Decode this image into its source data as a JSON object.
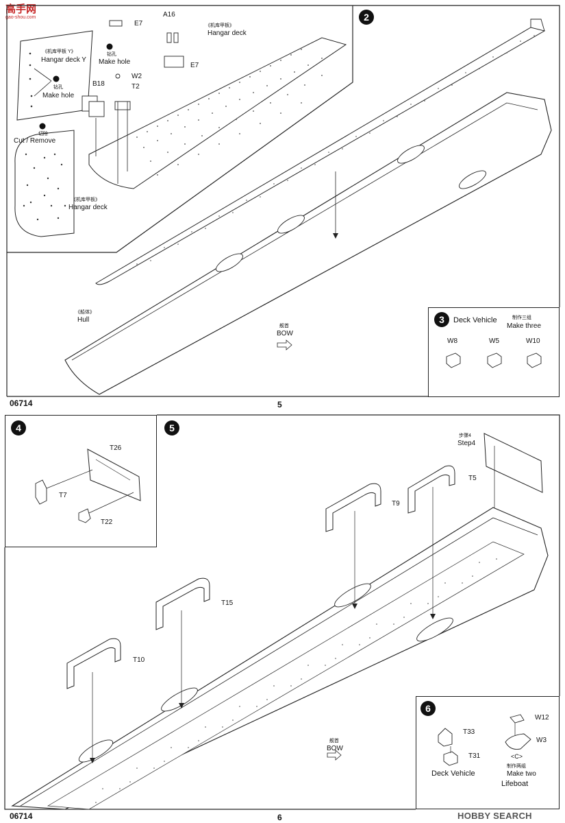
{
  "watermark_top": {
    "logo": "高手网",
    "url": "gao-shou.com"
  },
  "watermark_bottom": "HOBBY SEARCH",
  "page5": {
    "footer_code": "06714",
    "page_number": "5",
    "step2": {
      "number": "2",
      "hangar_deck_y_cn": "《机库甲板 Y》",
      "hangar_deck_y": "Hangar deck Y",
      "make_hole_cn": "钻孔",
      "make_hole": "Make hole",
      "cut_remove_cn": "切除",
      "cut_remove": "Cut / Remove",
      "hangar_deck_cn": "《机库甲板》",
      "hangar_deck": "Hangar deck",
      "hull_cn": "《船体》",
      "hull": "Hull",
      "bow_cn": "舰首",
      "bow": "BOW",
      "parts": {
        "e7": "E7",
        "a16": "A16",
        "w2": "W2",
        "t2": "T2",
        "b18": "B18"
      }
    },
    "step3": {
      "number": "3",
      "title": "Deck Vehicle",
      "make_three_cn": "制作三组",
      "make_three": "Make three",
      "parts": [
        "W8",
        "W5",
        "W10"
      ]
    }
  },
  "page6": {
    "footer_code": "06714",
    "page_number": "6",
    "step4": {
      "number": "4",
      "parts": {
        "t26": "T26",
        "t7": "T7",
        "t22": "T22"
      }
    },
    "step5": {
      "number": "5",
      "step4_ref_cn": "步骤4",
      "step4_ref": "Step4",
      "bow_cn": "舰首",
      "bow": "BOW",
      "parts": {
        "t5": "T5",
        "t9": "T9",
        "t15": "T15",
        "t10": "T10"
      }
    },
    "step6": {
      "number": "6",
      "parts": {
        "t33": "T33",
        "t31": "T31",
        "w12": "W12",
        "w3": "W3"
      },
      "deck_vehicle": "Deck Vehicle",
      "c_label": "<C>",
      "make_two_cn": "制作两组",
      "make_two": "Make two",
      "lifeboat": "Lifeboat"
    }
  }
}
